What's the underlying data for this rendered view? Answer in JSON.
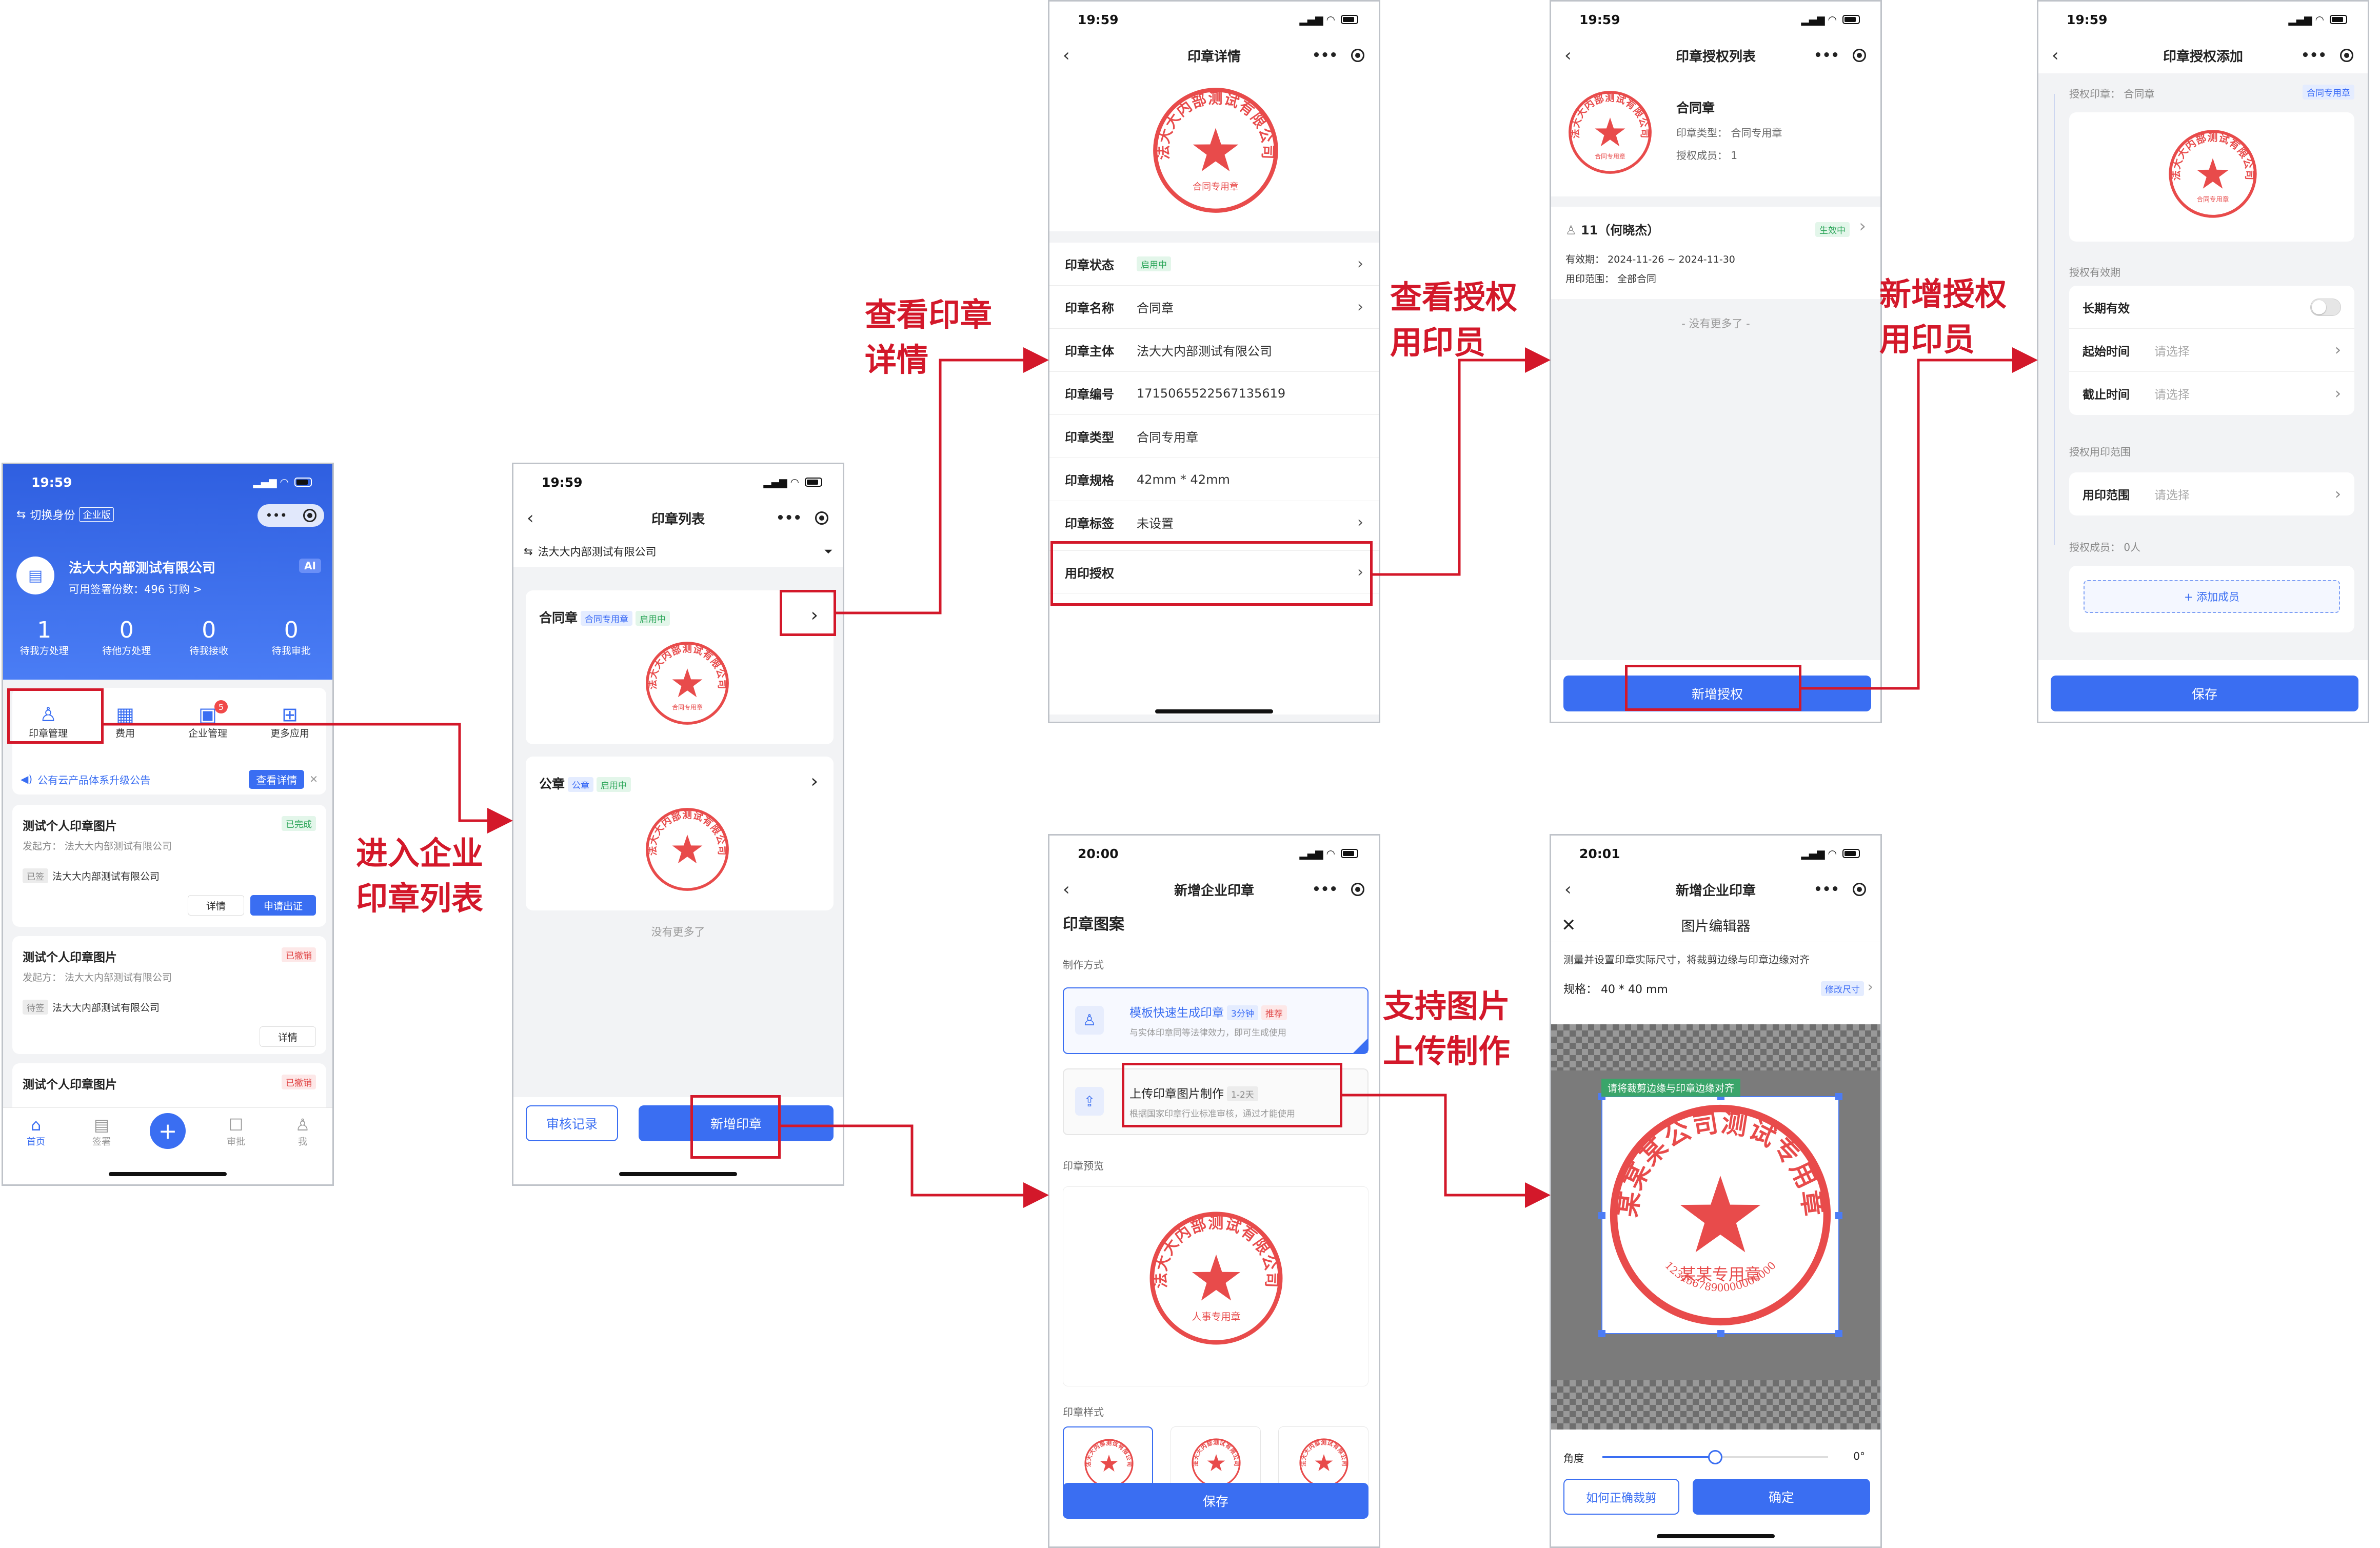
{
  "stamp_color": "#e84b4b",
  "accent": "#3a6ef2",
  "annotation_color": "#d3182a",
  "annotations": {
    "a1": [
      "进入企业",
      "印章列表"
    ],
    "a2": [
      "查看印章",
      "详情"
    ],
    "a3": [
      "查看授权",
      "用印员"
    ],
    "a4": [
      "新增授权",
      "用印员"
    ],
    "a5": [
      "支持图片",
      "上传制作"
    ]
  },
  "screen_home": {
    "time": "19:59",
    "switch_label": "切换身份",
    "enterprise_badge": "企业版",
    "company": "法大大内部测试有限公司",
    "sign_count": "可用签署份数：496 订购 >",
    "ai_label": "AI",
    "stats": [
      {
        "value": "1",
        "label": "待我方处理"
      },
      {
        "value": "0",
        "label": "待他方处理"
      },
      {
        "value": "0",
        "label": "待我接收"
      },
      {
        "value": "0",
        "label": "待我审批"
      }
    ],
    "apps": [
      {
        "label": "印章管理"
      },
      {
        "label": "费用"
      },
      {
        "label": "企业管理",
        "badge": "5"
      },
      {
        "label": "更多应用"
      }
    ],
    "notice": "公有云产品体系升级公告",
    "notice_btn": "查看详情",
    "items": [
      {
        "title": "测试个人印章图片",
        "status": "已完成",
        "from": "发起方：  法大大内部测试有限公司",
        "tag": "已签",
        "party": "法大大内部测试有限公司",
        "btns": [
          "详情",
          "申请出证"
        ]
      },
      {
        "title": "测试个人印章图片",
        "status": "已撤销",
        "from": "发起方：  法大大内部测试有限公司",
        "tag": "待签",
        "party": "法大大内部测试有限公司",
        "btns": [
          "详情"
        ]
      },
      {
        "title": "测试个人印章图片",
        "status": "已撤销"
      }
    ],
    "tabbar": [
      "首页",
      "签署",
      "审批",
      "我"
    ]
  },
  "screen_list": {
    "time": "19:59",
    "title": "印章列表",
    "company": "法大大内部测试有限公司",
    "seals": [
      {
        "name": "合同章",
        "type_tag": "合同专用章",
        "status": "启用中",
        "stamp_text": "法大大内部测试有限公司",
        "stamp_sub": "合同专用章"
      },
      {
        "name": "公章",
        "type_tag": "公章",
        "status": "启用中",
        "stamp_text": "法大大内部测试有限公司",
        "stamp_sub": ""
      }
    ],
    "no_more": "没有更多了",
    "audit_btn": "审核记录",
    "add_btn": "新增印章"
  },
  "screen_detail": {
    "time": "19:59",
    "title": "印章详情",
    "stamp_text": "法大大内部测试有限公司",
    "stamp_sub": "合同专用章",
    "rows": [
      {
        "label": "印章状态",
        "value": "启用中",
        "is_tag": true,
        "chev": true
      },
      {
        "label": "印章名称",
        "value": "合同章",
        "chev": true
      },
      {
        "label": "印章主体",
        "value": "法大大内部测试有限公司"
      },
      {
        "label": "印章编号",
        "value": "1715065522567135619"
      },
      {
        "label": "印章类型",
        "value": "合同专用章"
      },
      {
        "label": "印章规格",
        "value": "42mm * 42mm"
      },
      {
        "label": "印章标签",
        "value": "未设置",
        "muted": true,
        "chev": true
      }
    ],
    "auth_row": "用印授权"
  },
  "screen_auth_list": {
    "time": "19:59",
    "title": "印章授权列表",
    "seal_name": "合同章",
    "seal_type": "印章类型：  合同专用章",
    "members": "授权成员：  1",
    "member_name": "11（何晓杰）",
    "member_status": "生效中",
    "validity": "有效期：      2024-11-26 ~ 2024-11-30",
    "scope": "用印范围：   全部合同",
    "no_more": "- 没有更多了 -",
    "add_btn": "新增授权"
  },
  "screen_auth_add": {
    "time": "19:59",
    "title": "印章授权添加",
    "seal_label": "授权印章：  合同章",
    "seal_tag": "合同专用章",
    "validity_section": "授权有效期",
    "long_term": "长期有效",
    "start_label": "起始时间",
    "end_label": "截止时间",
    "placeholder": "请选择",
    "scope_section": "授权用印范围",
    "scope_label": "用印范围",
    "members_section": "授权成员：  0人",
    "add_member": "+ 添加成员",
    "save": "保存"
  },
  "screen_new_seal": {
    "time": "20:00",
    "title": "新增企业印章",
    "heading": "印章图案",
    "method_label": "制作方式",
    "opt1_title": "模板快速生成印章",
    "opt1_time": "3分钟",
    "opt1_tag": "推荐",
    "opt1_desc": "与实体印章同等法律效力，即可生成使用",
    "opt2_title": "上传印章图片制作",
    "opt2_time": "1-2天",
    "opt2_desc": "根据国家印章行业标准审核，通过才能使用",
    "preview_label": "印章预览",
    "stamp_text": "法大大内部测试有限公司",
    "stamp_sub": "人事专用章",
    "style_label": "印章样式",
    "save": "保存"
  },
  "screen_editor": {
    "time": "20:01",
    "title": "新增企业印章",
    "sub_title": "图片编辑器",
    "hint": "测量并设置印章实际尺寸，将裁剪边缘与印章边缘对齐",
    "size_label": "规格：  40 * 40 mm",
    "resize": "修改尺寸",
    "crop_tip": "请将裁剪边缘与印章边缘对齐",
    "stamp_text": "某某某公司测试专用章",
    "stamp_sub": "某某专用章",
    "stamp_code": "1234567890000000000",
    "angle_label": "角度",
    "angle_value": "0°",
    "angle_fraction": 0.5,
    "help_btn": "如何正确裁剪",
    "confirm_btn": "确定"
  }
}
